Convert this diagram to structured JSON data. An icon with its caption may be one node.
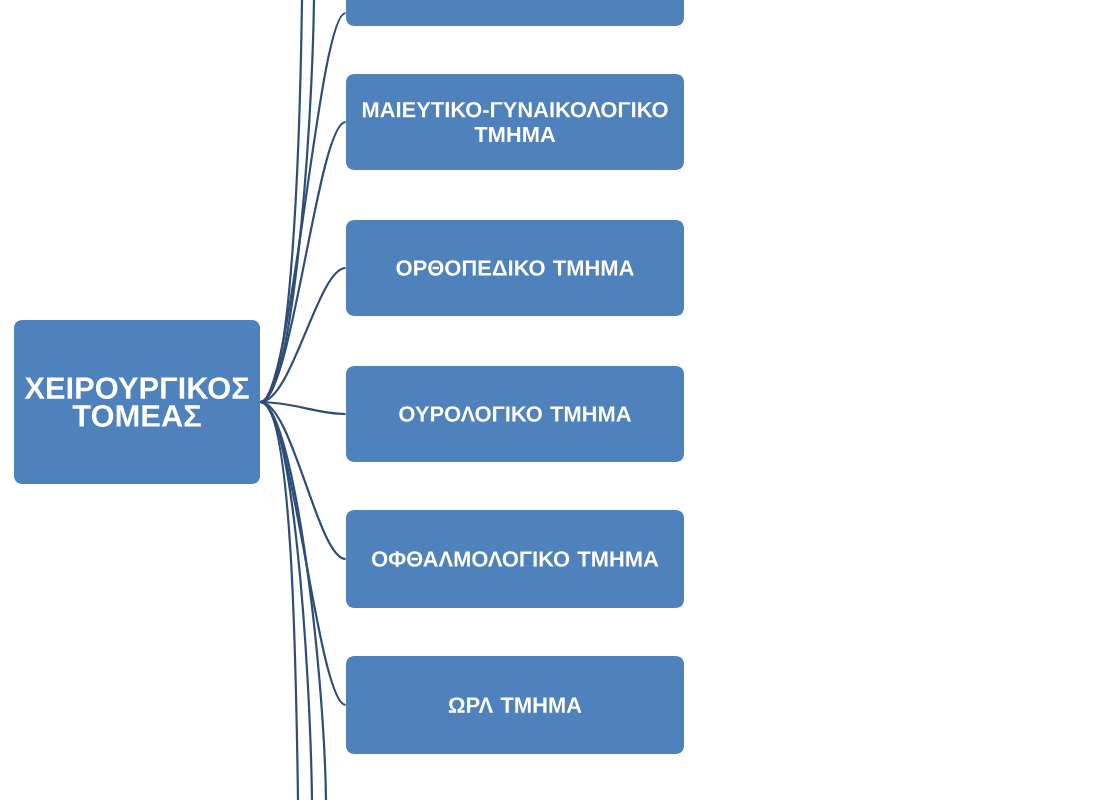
{
  "diagram": {
    "nodes": [
      {
        "text": [
          "ΧΕΙΡΟΥΡΓΙΚΟΣ ΤΟΜΕΑΣ"
        ]
      },
      {
        "text": [],
        "shape": "box"
      },
      {
        "text": [
          "ΜΑΙΕΥΤΙΚΟ-ΓΥΝΑΙΚΟΛΟΓΙΚΟ ΤΜΗΜΑ"
        ]
      },
      {
        "text": [
          "ΟΡΘΟΠΕΔΙΚΟ ΤΜΗΜΑ"
        ]
      },
      {
        "text": [
          "ΟΥΡΟΛΟΓΙΚΟ ΤΜΗΜΑ"
        ]
      },
      {
        "text": [
          "ΟΦΘΑΛΜΟΛΟΓΙΚΟ ΤΜΗΜΑ"
        ]
      },
      {
        "text": [
          "ΩΡΛ ΤΜΗΜΑ"
        ]
      }
    ],
    "edges": [
      {
        "from": 0,
        "to": 1,
        "arrow": "none"
      },
      {
        "from": 0,
        "to": 2,
        "arrow": "none"
      },
      {
        "from": 0,
        "to": 3,
        "arrow": "none"
      },
      {
        "from": 0,
        "to": 4,
        "arrow": "none"
      },
      {
        "from": 0,
        "to": 5,
        "arrow": "none"
      },
      {
        "from": 0,
        "to": 6,
        "arrow": "none"
      },
      {
        "from": 0,
        "to": null,
        "arrow": "none"
      },
      {
        "from": 0,
        "to": null,
        "arrow": "none"
      },
      {
        "from": 0,
        "to": null,
        "arrow": "none"
      },
      {
        "from": 0,
        "to": null,
        "arrow": "none"
      },
      {
        "from": 0,
        "to": null,
        "arrow": "none"
      }
    ]
  }
}
